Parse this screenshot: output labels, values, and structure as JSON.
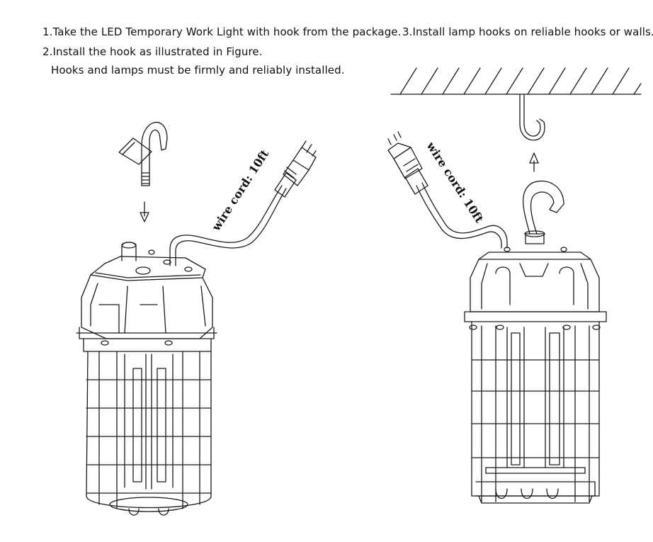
{
  "instructions": {
    "step1": "1.Take the LED Temporary Work Light with hook from the package.",
    "step2": "2.Install the hook as illustrated in Figure.",
    "step2_note": "Hooks and lamps must be firmly and reliably installed.",
    "step3": "3.Install lamp hooks on reliable hooks or walls."
  },
  "labels": {
    "left_cord": "wire cord: 10ft",
    "right_cord": "wire cord: 10ft"
  },
  "colors": {
    "line": "#1a1a1a",
    "background": "#ffffff"
  }
}
